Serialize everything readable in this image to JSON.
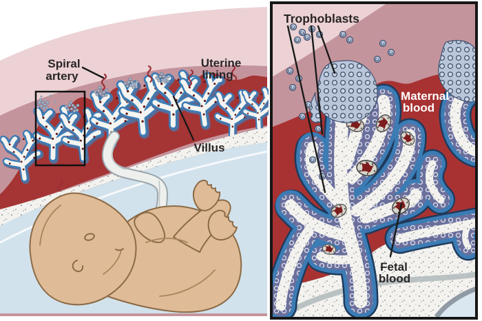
{
  "figure": {
    "left_panel_name": "uterus-overview",
    "right_panel_name": "placental-interface-closeup"
  },
  "left": {
    "labels": {
      "spiral_artery": {
        "line1": "Spiral",
        "line2": "artery"
      },
      "uterine_lining": {
        "line1": "Uterine",
        "line2": "lining"
      },
      "villus": {
        "text": "Villus"
      }
    }
  },
  "right": {
    "labels": {
      "trophoblasts": {
        "text": "Trophoblasts"
      },
      "maternal_blood": {
        "line1": "Maternal",
        "line2": "blood"
      },
      "fetal_blood": {
        "line1": "Fetal",
        "line2": "blood"
      }
    }
  },
  "colors": {
    "background": "#ffffff",
    "outer_uterus_pink": "#ecd2d4",
    "uterine_lining_mauve": "#c4949c",
    "maternal_blood_red": "#a53434",
    "fetal_blood_dark_red": "#7d1d1d",
    "amniotic_fluid_blue": "#d2e2ec",
    "villus_blue_edge": "#3c7cb5",
    "villus_slate": "#6b6f9c",
    "stroma_white": "#f3f2ee",
    "trophoblast_cell": "#b9c5d8",
    "trophoblast_outline": "#3e506f",
    "fetus_skin": "#dfbc97",
    "fetus_outline": "#8b6a45",
    "panel_border_black": "#161616",
    "label_dark": "#292426",
    "label_white": "#ffffff"
  }
}
